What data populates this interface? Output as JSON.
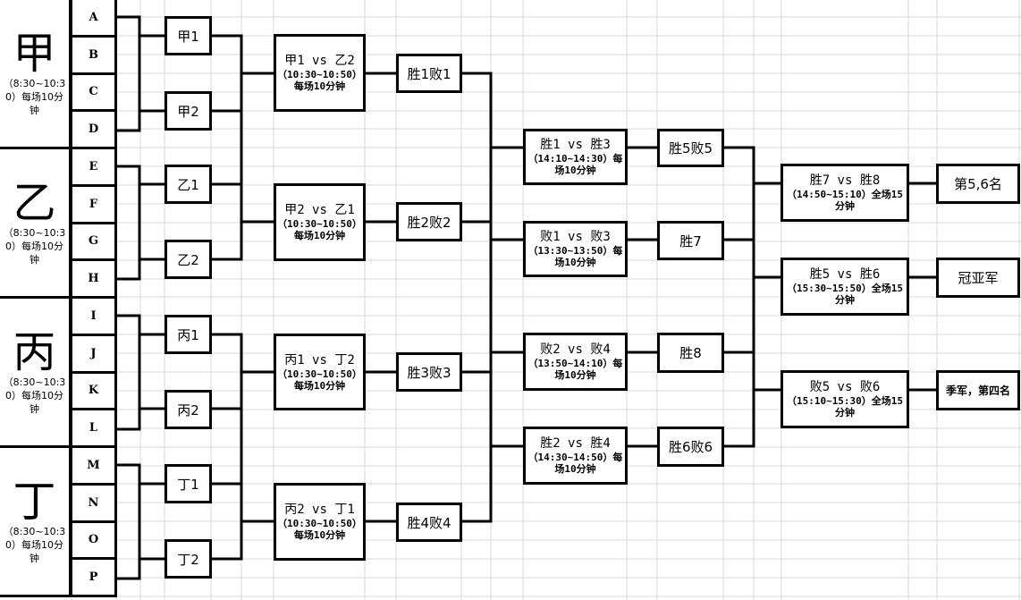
{
  "colors": {
    "line": "#000000",
    "grid": "#d9d9d9",
    "background": "#ffffff"
  },
  "groups": [
    {
      "name": "甲",
      "note": "（8:30~10:30）每场10分钟",
      "teams": [
        "A",
        "B",
        "C",
        "D"
      ]
    },
    {
      "name": "乙",
      "note": "（8:30~10:30）每场10分钟",
      "teams": [
        "E",
        "F",
        "G",
        "H"
      ]
    },
    {
      "name": "丙",
      "note": "（8:30~10:30）每场10分钟",
      "teams": [
        "I",
        "J",
        "K",
        "L"
      ]
    },
    {
      "name": "丁",
      "note": "（8:30~10:30）每场10分钟",
      "teams": [
        "M",
        "N",
        "O",
        "P"
      ]
    }
  ],
  "seeds": [
    "甲1",
    "甲2",
    "乙1",
    "乙2",
    "丙1",
    "丙2",
    "丁1",
    "丁2"
  ],
  "round1": [
    {
      "title": "甲1 vs 乙2",
      "note": "（10:30~10:50）每场10分钟",
      "result": "胜1败1"
    },
    {
      "title": "甲2 vs 乙1",
      "note": "（10:30~10:50）每场10分钟",
      "result": "胜2败2"
    },
    {
      "title": "丙1 vs 丁2",
      "note": "（10:30~10:50）每场10分钟",
      "result": "胜3败3"
    },
    {
      "title": "丙2 vs 丁1",
      "note": "（10:30~10:50）每场10分钟",
      "result": "胜4败4"
    }
  ],
  "round2": [
    {
      "title": "胜1 vs 胜3",
      "note": "（14:10~14:30）每场10分钟",
      "result": "胜5败5"
    },
    {
      "title": "败1 vs 败3",
      "note": "（13:30~13:50）每场10分钟",
      "result": "胜7"
    },
    {
      "title": "败2 vs 败4",
      "note": "（13:50~14:10）每场10分钟",
      "result": "胜8"
    },
    {
      "title": "胜2 vs 胜4",
      "note": "（14:30~14:50）每场10分钟",
      "result": "胜6败6"
    }
  ],
  "finals": [
    {
      "title": "胜7 vs 胜8",
      "note": "（14:50~15:10）全场15分钟",
      "result": "第5,6名"
    },
    {
      "title": "胜5 vs 胜6",
      "note": "（15:30~15:50）全场15分钟",
      "result": "冠亚军"
    },
    {
      "title": "败5 vs 败6",
      "note": "（15:10~15:30）全场15分钟",
      "result": "季军，第四名"
    }
  ]
}
